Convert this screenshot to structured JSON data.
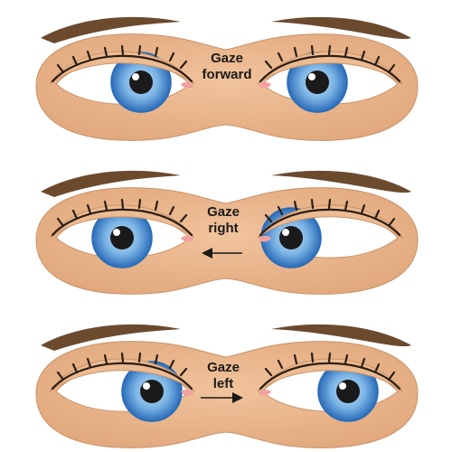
{
  "panels": [
    {
      "id": "forward",
      "label_line1": "Gaze",
      "label_line2": "forward",
      "direction": "none"
    },
    {
      "id": "right",
      "label_line1": "Gaze",
      "label_line2": "right",
      "direction": "left-arrow"
    },
    {
      "id": "left",
      "label_line1": "Gaze",
      "label_line2": "left",
      "direction": "right-arrow"
    }
  ],
  "colors": {
    "skin": "#EDBB91",
    "skin_outline": "#C99269",
    "eyebrow": "#6B4A2E",
    "lash": "#2B1E14",
    "sclera": "#FFFFFF",
    "iris_outer": "#2F74C0",
    "iris_inner": "#8EC2EC",
    "pupil": "#1A1A1A",
    "caruncle": "#F2A0A0",
    "label": "#1A1A1A"
  }
}
